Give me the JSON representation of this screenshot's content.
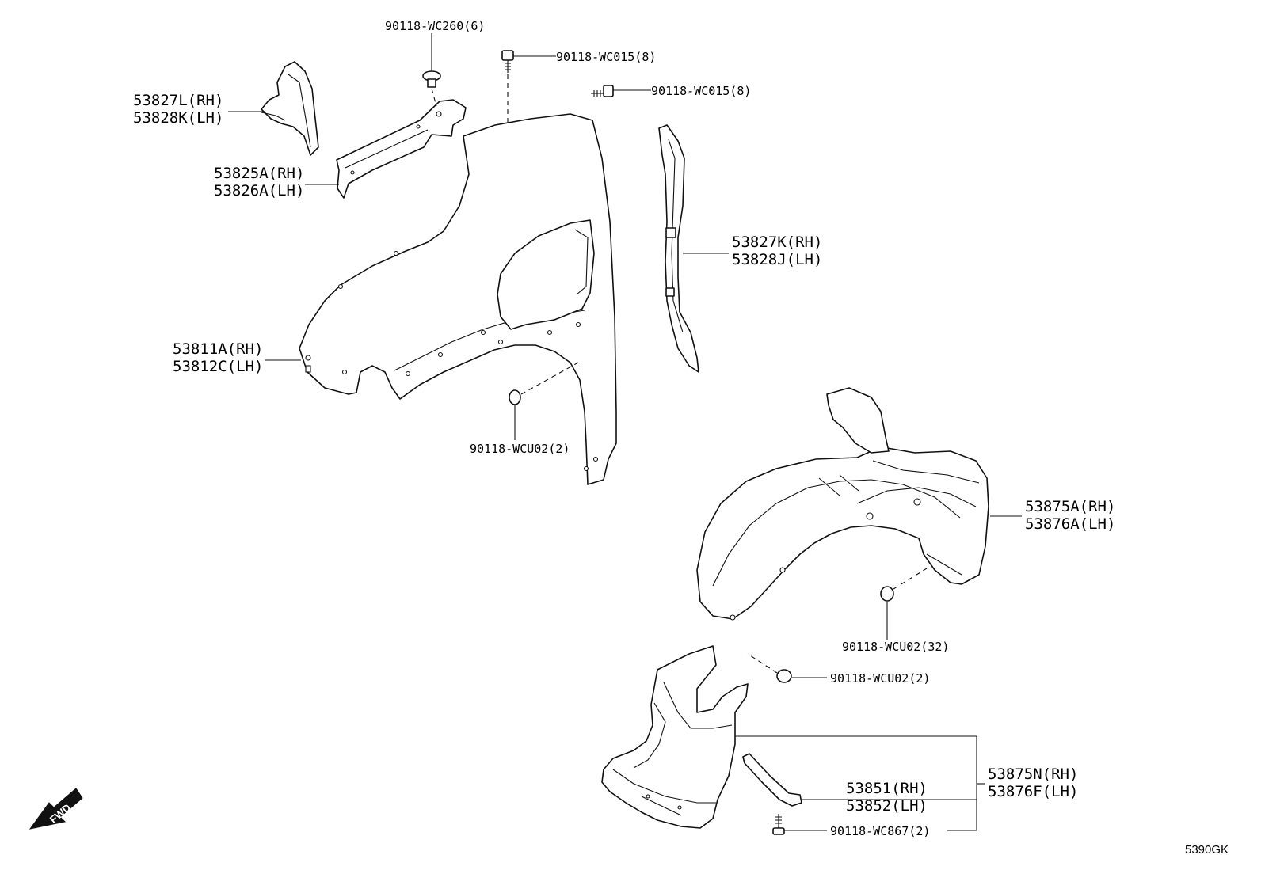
{
  "callouts": {
    "clip_top_center": "90118-WC260(6)",
    "bolt_top_a": "90118-WC015(8)",
    "bolt_top_b": "90118-WC015(8)",
    "seal_upper_rh": "53827L(RH)",
    "seal_upper_lh": "53828K(LH)",
    "bracket_rh": "53825A(RH)",
    "bracket_lh": "53826A(LH)",
    "seal_rear_rh": "53827K(RH)",
    "seal_rear_lh": "53828J(LH)",
    "fender_rh": "53811A(RH)",
    "fender_lh": "53812C(LH)",
    "clip_fender": "90118-WCU02(2)",
    "liner_rh": "53875A(RH)",
    "liner_lh": "53876A(LH)",
    "clip_liner": "90118-WCU02(32)",
    "clip_lower": "90118-WCU02(2)",
    "lower_liner_rh": "53875N(RH)",
    "lower_liner_lh": "53876F(LH)",
    "brace_rh": "53851(RH)",
    "brace_lh": "53852(LH)",
    "screw_lower": "90118-WC867(2)"
  },
  "fwd_label": "FWD",
  "diagram_code": "5390GK",
  "icons": {
    "fwd": "fwd-arrow-icon"
  }
}
